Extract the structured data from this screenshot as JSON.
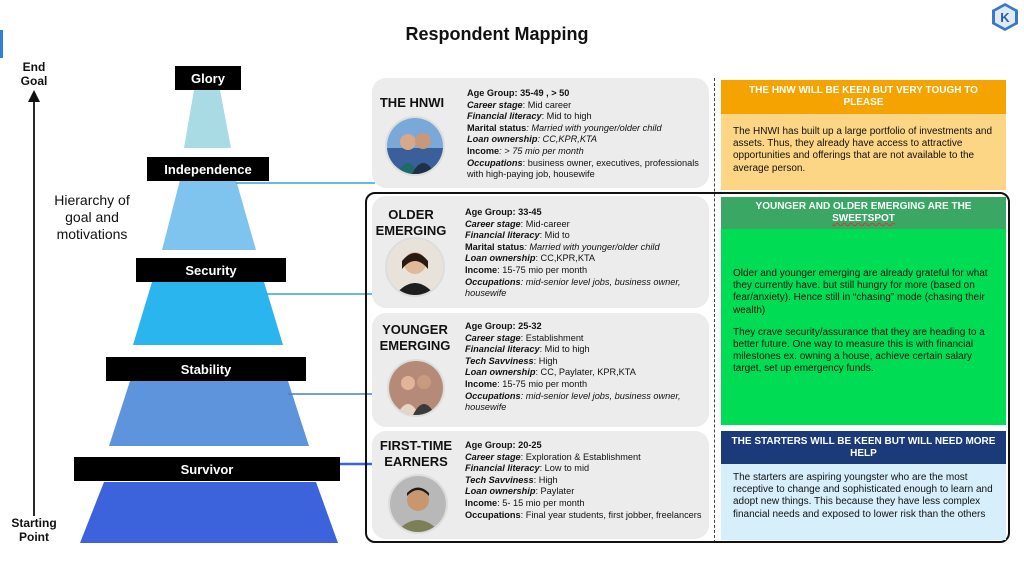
{
  "title": "Respondent Mapping",
  "axis": {
    "top_label": "End Goal",
    "bottom_label": "Starting Point",
    "hierarchy_label": "Hierarchy of goal and motivations"
  },
  "levels": [
    "Glory",
    "Independence",
    "Security",
    "Stability",
    "Survivor"
  ],
  "colors": {
    "tier1": "#a8dbe4",
    "tier2": "#7fc4ef",
    "tier3": "#2ab5ee",
    "tier4": "#5d94db",
    "tier5": "#3c63db",
    "hnwi_head": "#f5a300",
    "hnwi_body": "#fdd685",
    "emerging_head": "#3aa765",
    "emerging_body": "#00dd55",
    "starters_head": "#1a3a7a",
    "starters_body": "#d6effb"
  },
  "segments": [
    {
      "name": "THE HNWI",
      "lines": [
        {
          "label": "Age Group: ",
          "value": "35-49 , > 50",
          "style": "bold"
        },
        {
          "label": "Career stage",
          "value": ": Mid career",
          "style": "bi"
        },
        {
          "label": "Financial literacy",
          "value": ": Mid to high",
          "style": "bi"
        },
        {
          "label": "Marital status",
          "value": ": Married with younger/older child",
          "style": "b-i"
        },
        {
          "label": "Loan ownership",
          "value": ": CC,KPR,KTA",
          "style": "bi-i"
        },
        {
          "label": "Income",
          "value": ": > 75  mio per month",
          "style": "b-i"
        },
        {
          "label": "Occupations",
          "value": ": business owner, executives, professionals with high-paying job, housewife",
          "style": "bi"
        }
      ]
    },
    {
      "name": "OLDER EMERGING",
      "lines": [
        {
          "label": "Age Group: ",
          "value": "33-45",
          "style": "bold"
        },
        {
          "label": "Career stage",
          "value": ": Mid-career",
          "style": "bi"
        },
        {
          "label": "Financial literacy",
          "value": ": Mid to",
          "style": "bi"
        },
        {
          "label": "Marital status",
          "value": ": Married with younger/older child",
          "style": "b-i"
        },
        {
          "label": "Loan ownership",
          "value": ": CC,KPR,KTA",
          "style": "bi"
        },
        {
          "label": "Income",
          "value": ": 15-75 mio per month",
          "style": "b"
        },
        {
          "label": "Occupations",
          "value": ":  mid-senior level jobs, business owner, housewife",
          "style": "bi-i"
        }
      ]
    },
    {
      "name": "YOUNGER EMERGING",
      "lines": [
        {
          "label": "Age Group: ",
          "value": "25-32",
          "style": "bold"
        },
        {
          "label": "Career stage",
          "value": ": Establishment",
          "style": "bi"
        },
        {
          "label": "Financial literacy",
          "value": ": Mid to high",
          "style": "bi"
        },
        {
          "label": "Tech Savviness",
          "value": ": High",
          "style": "bi"
        },
        {
          "label": "Loan ownership",
          "value": ": CC, Paylater, KPR,KTA",
          "style": "bi"
        },
        {
          "label": "Income",
          "value": ": 15-75 mio per month",
          "style": "b"
        },
        {
          "label": "Occupations",
          "value": ":  mid-senior level jobs, business owner, housewife",
          "style": "bi-i"
        }
      ]
    },
    {
      "name": "FIRST-TIME EARNERS",
      "lines": [
        {
          "label": "Age Group: ",
          "value": "20-25",
          "style": "bold"
        },
        {
          "label": "Career stage",
          "value": ": Exploration & Establishment",
          "style": "bi"
        },
        {
          "label": "Financial literacy",
          "value": ": Low to mid",
          "style": "bi"
        },
        {
          "label": "Tech Savviness",
          "value": ": High",
          "style": "bi"
        },
        {
          "label": "Loan ownership",
          "value": ": Paylater",
          "style": "bi"
        },
        {
          "label": "Income",
          "value": ": 5- 15 mio per month",
          "style": "b"
        },
        {
          "label": "Occupations",
          "value": ": Final year students, first jobber, freelancers",
          "style": "b"
        }
      ]
    }
  ],
  "insights": [
    {
      "heading": "THE HNW WILL BE KEEN BUT VERY TOUGH TO PLEASE",
      "paragraphs": [
        "The HNWI has built up a large portfolio of investments and assets. Thus, they already have access to attractive opportunities and offerings that are not available to the average person."
      ]
    },
    {
      "heading_line1": "YOUNGER AND OLDER EMERGING ARE THE",
      "heading_line2": "SWEETSPOT",
      "paragraphs": [
        "Older and younger emerging  are already grateful for  what they currently have. but still hungry for more (based on fear/anxiety). Hence still in “chasing” mode (chasing their wealth)",
        "They crave security/assurance that they are heading to a better future. One way to measure this is with financial milestones ex. owning a house, achieve certain salary target, set up emergency funds."
      ]
    },
    {
      "heading": "THE STARTERS WILL BE KEEN BUT WILL NEED MORE HELP",
      "paragraphs": [
        "The starters are aspiring youngster who are the most receptive to change and sophisticated enough to learn and adopt new things. This because they have less complex financial needs and exposed to lower risk than the others"
      ]
    }
  ]
}
